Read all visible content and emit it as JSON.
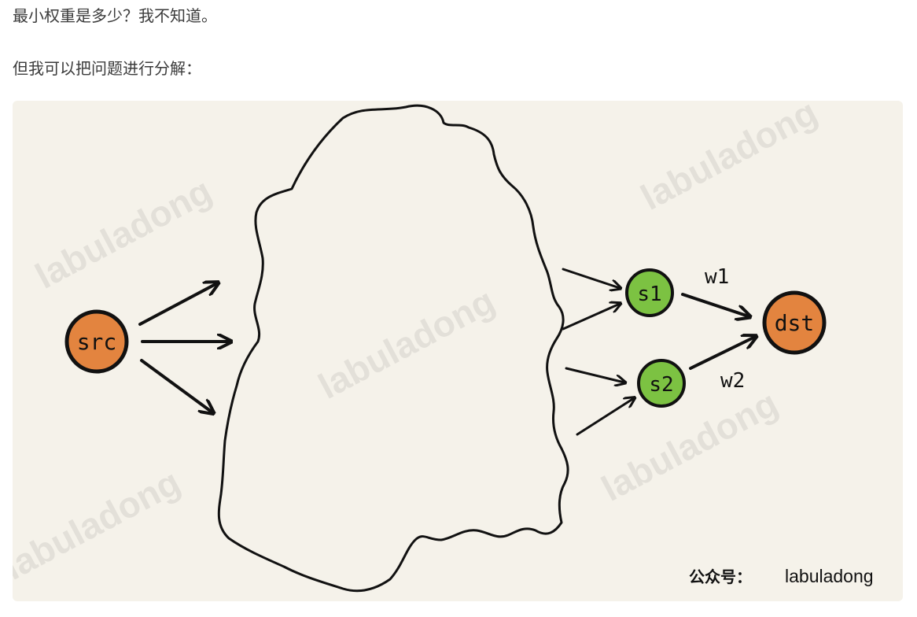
{
  "text": {
    "line1": "最小权重是多少？我不知道。",
    "line2": "但我可以把问题进行分解："
  },
  "diagram": {
    "nodes": {
      "src": {
        "label": "src",
        "color": "#e3843f"
      },
      "s1": {
        "label": "s1",
        "color": "#7cc242"
      },
      "s2": {
        "label": "s2",
        "color": "#7cc242"
      },
      "dst": {
        "label": "dst",
        "color": "#e3843f"
      }
    },
    "edges": {
      "w1": "w1",
      "w2": "w2"
    },
    "watermark": "labuladong",
    "credit": {
      "label": "公众号：",
      "name": "labuladong"
    },
    "colors": {
      "background": "#f5f2ea",
      "stroke": "#111111"
    }
  }
}
